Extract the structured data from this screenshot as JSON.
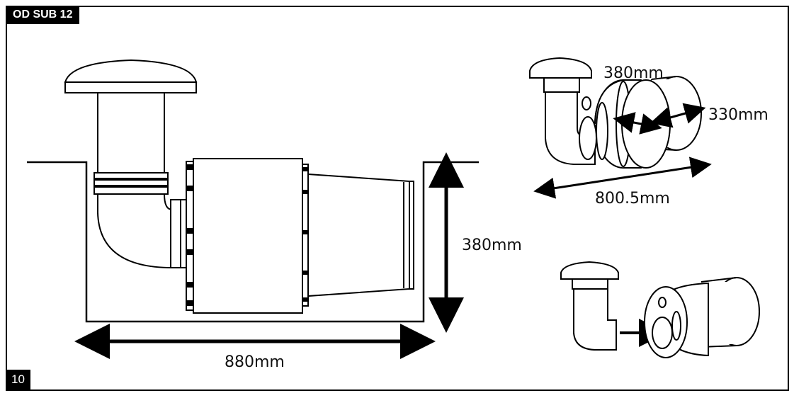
{
  "header": {
    "model_label": "OD SUB 12"
  },
  "footer": {
    "page_number": "10"
  },
  "dimensions": {
    "main_width": "880mm",
    "main_height": "380mm",
    "detail_height": "380mm",
    "detail_diameter": "330mm",
    "detail_length": "800.5mm"
  },
  "colors": {
    "stroke": "#000000",
    "fill": "#ffffff",
    "badge": "#000000"
  }
}
